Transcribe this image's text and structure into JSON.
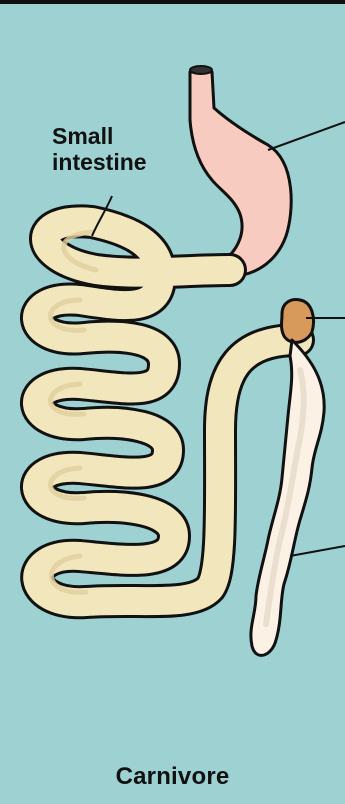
{
  "labels": {
    "small_intestine_line1": "Small",
    "small_intestine_line2": "intestine",
    "title": "Carnivore"
  },
  "colors": {
    "background": "#9dd1d2",
    "stomach_fill": "#f7cbbf",
    "intestine_fill": "#f2e6bd",
    "colon_fill": "#fbf1e5",
    "cecum_fill": "#d79a5a",
    "outline": "#111111"
  }
}
